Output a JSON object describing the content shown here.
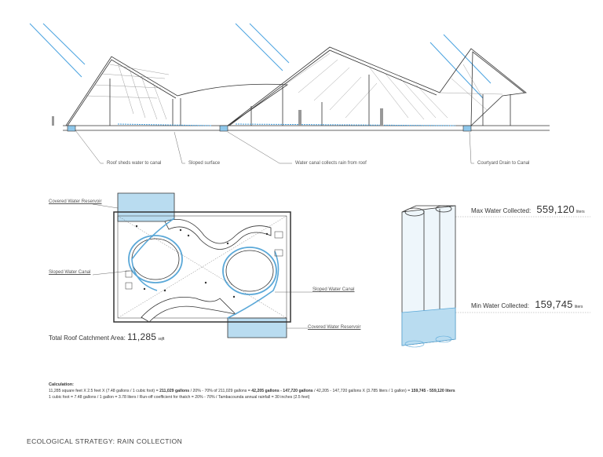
{
  "section": {
    "labels": [
      "Roof sheds water to canal",
      "Sloped surface",
      "Water canal collects rain from roof",
      "Courtyard Drain to Canal"
    ]
  },
  "plan": {
    "labels": {
      "reservoir_top": "Covered Water Reservoir",
      "canal_left": "Sloped Water Canal",
      "canal_right": "Sloped Water Canal",
      "reservoir_bottom": "Covered Water Reservoir"
    },
    "catchment": {
      "label": "Total Roof Catchment Area:",
      "value": "11,285",
      "unit": "sqft"
    }
  },
  "collection": {
    "max": {
      "label": "Max Water Collected:",
      "value": "559,120",
      "unit": "liters"
    },
    "min": {
      "label": "Min Water Collected:",
      "value": "159,745",
      "unit": "liters"
    },
    "min_fill_fraction": 0.29
  },
  "calculation": {
    "title": "Calculation:",
    "line1": {
      "a": "11,285 square feet X 2.5 feet X (7.48 gallons / 1 cubic foot) = ",
      "b": "211,029 gallons",
      "c": "  /  20% - 70% of 211,029 gallons = ",
      "d": "42,205 gallons - 147,720 gallons",
      "e": "  /  42,205 - 147,720 gallons X (3.785 liters / 1 gallon) = ",
      "f": "159,745 - 559,120 liters"
    },
    "line2": "1 cubic foot = 7.48 gallons / 1 gallon = 3.78 liters / Run-off coefficient for thatch = 20% - 70% / Tambacounda annual rainfall = 30 inches (2.5 feet)"
  },
  "footer": "ECOLOGICAL STRATEGY: RAIN COLLECTION",
  "colors": {
    "water": "#b9dcf0",
    "water_stroke": "#5aa8d8",
    "rain": "#4aa3e0",
    "line": "#333333"
  }
}
